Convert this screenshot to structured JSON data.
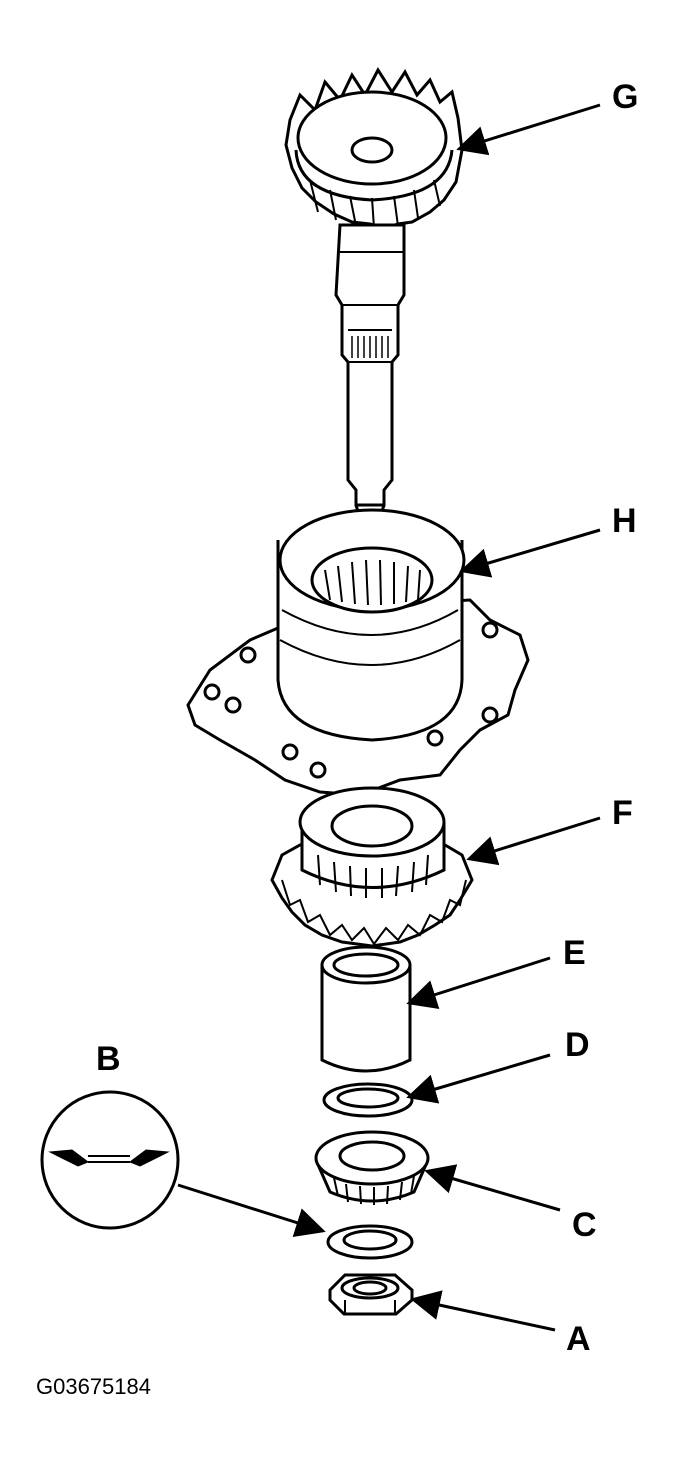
{
  "callouts": {
    "A": "A",
    "B": "B",
    "C": "C",
    "D": "D",
    "E": "E",
    "F": "F",
    "G": "G",
    "H": "H"
  },
  "figure_id": "G03675184",
  "colors": {
    "ink": "#000000",
    "paper": "#ffffff"
  }
}
